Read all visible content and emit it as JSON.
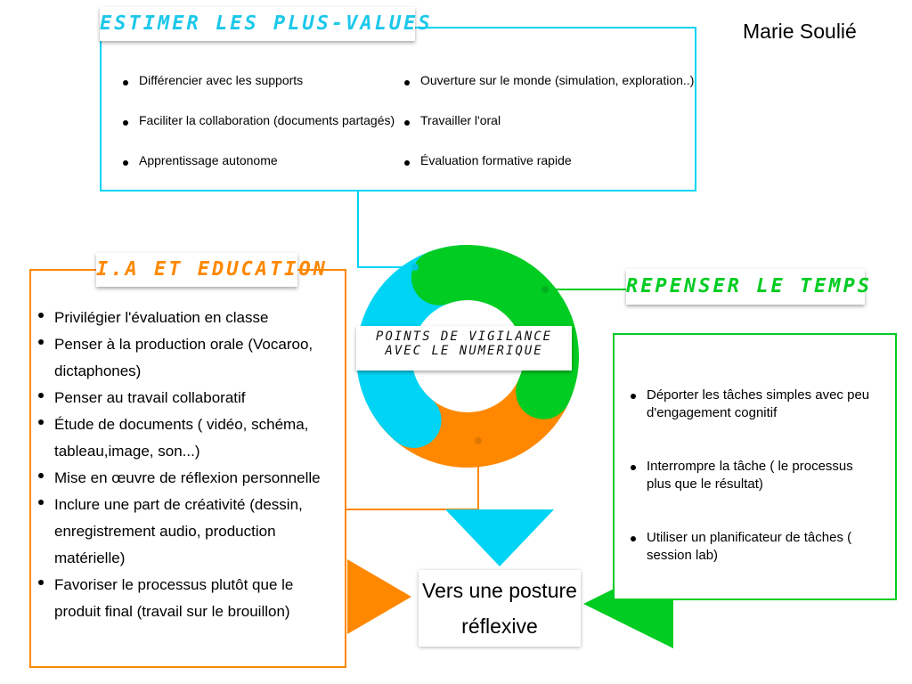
{
  "author": "Marie Soulié",
  "colors": {
    "cyan": "#00d4f5",
    "green": "#00cc22",
    "orange": "#ff8800"
  },
  "top": {
    "title": "ESTIMER LES PLUS-VALUES",
    "items": [
      "Différencier avec les supports",
      "Faciliter la collaboration (documents partagés)",
      "Apprentissage autonome",
      "Ouverture sur le monde (simulation, exploration..)",
      "Travailler l'oral",
      "Évaluation formative rapide"
    ]
  },
  "left": {
    "title": "I.A ET EDUCATION",
    "items": [
      "Privilégier l'évaluation en classe",
      "Penser à la production orale (Vocaroo, dictaphones)",
      "Penser au travail collaboratif",
      "Étude de documents ( vidéo, schéma, tableau,image, son...)",
      "Mise en œuvre de réflexion personnelle",
      "Inclure une part de créativité (dessin, enregistrement audio, production matérielle)",
      "Favoriser le processus plutôt que le produit final (travail sur le brouillon)"
    ]
  },
  "right": {
    "title": "REPENSER LE TEMPS",
    "items": [
      "Déporter les tâches simples avec peu d'engagement cognitif",
      "Interrompre la tâche ( le processus plus que le résultat)",
      "Utiliser un planificateur de tâches ( session lab)"
    ]
  },
  "center": {
    "line1": "POINTS DE VIGILANCE",
    "line2": "AVEC LE NUMERIQUE"
  },
  "result": {
    "label": "Vers une posture réflexive"
  }
}
